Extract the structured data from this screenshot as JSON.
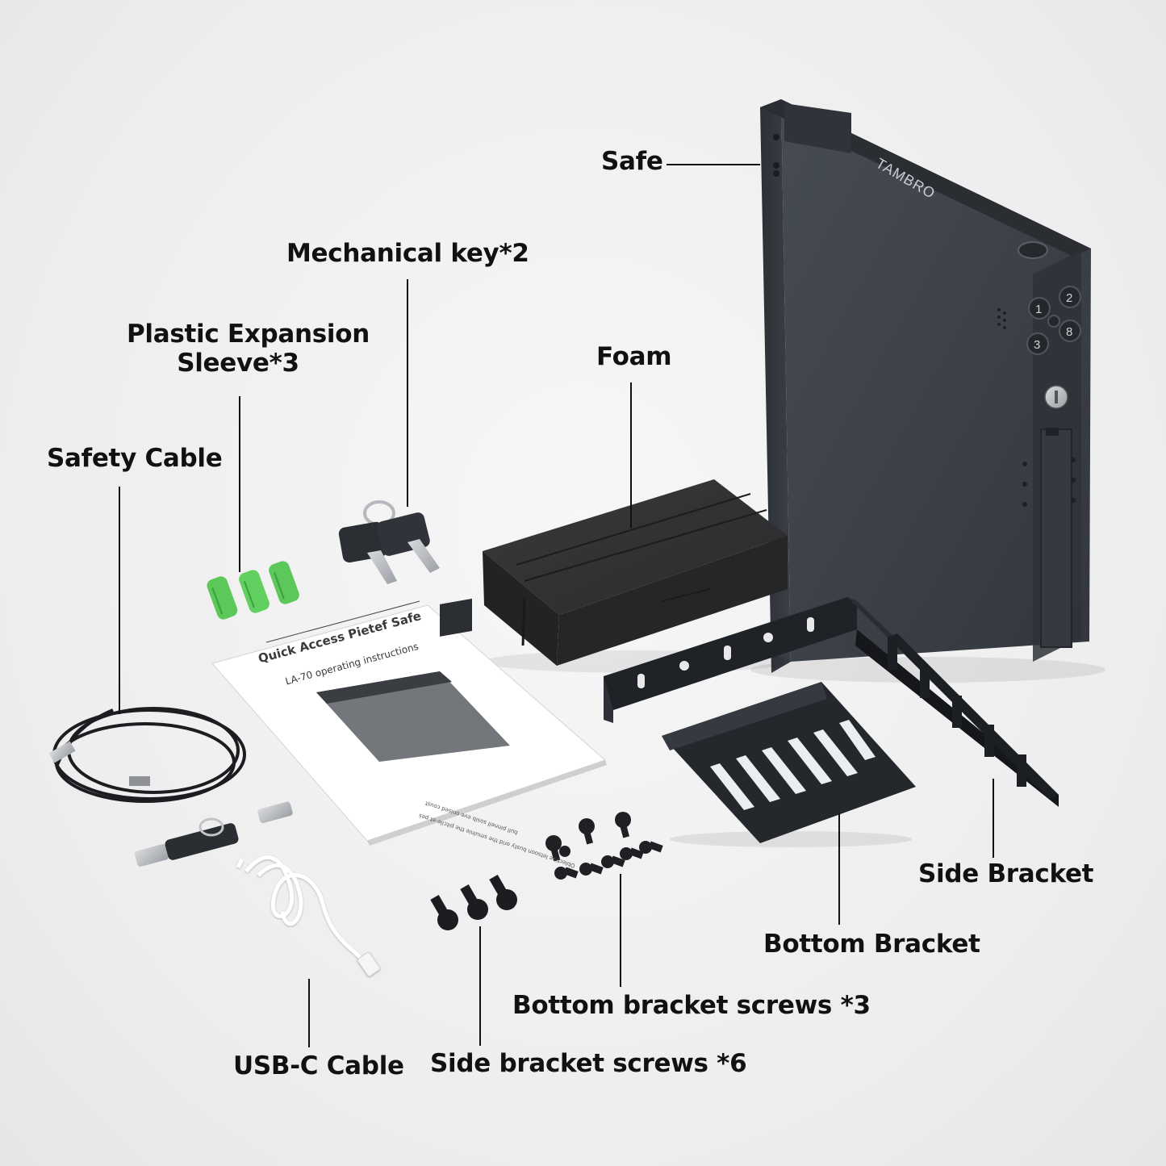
{
  "labels": {
    "safe": "Safe",
    "mechanical_key": "Mechanical key*2",
    "plastic_expansion_line1": "Plastic Expansion",
    "plastic_expansion_line2": "Sleeve*3",
    "foam": "Foam",
    "safety_cable": "Safety Cable",
    "side_bracket": "Side Bracket",
    "bottom_bracket": "Bottom Bracket",
    "bottom_bracket_screws": "Bottom bracket screws *3",
    "side_bracket_screws": "Side bracket screws *6",
    "usb_c_cable": "USB-C Cable"
  },
  "safe": {
    "brand": "TAMBRO",
    "keypad": [
      "1",
      "2",
      "3",
      "8"
    ]
  },
  "manual": {
    "title": "Quick Access Pietef Safe",
    "subtitle": "LA-70 operating instructions",
    "footer_line1": "Oblective letsoon busty orid the smulnie the pitcile-et pes",
    "footer_line2": "bull pinnell sosib eve onised coust"
  },
  "colors": {
    "safe_body": "#3b4047",
    "foam": "#2b2b2d",
    "sleeve_green": "#5cc85a",
    "usb_cable": "#ffffff",
    "label_text": "#111111"
  }
}
